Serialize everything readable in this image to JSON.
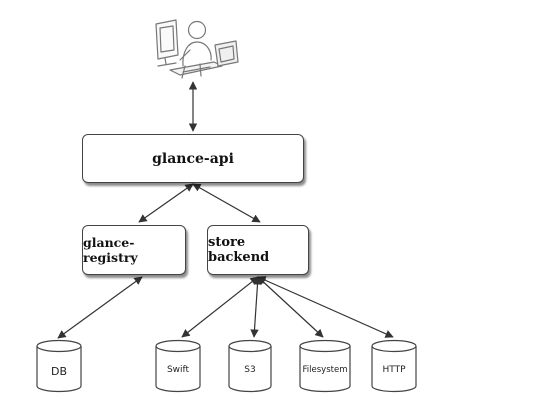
{
  "nodes": {
    "api": "glance-api",
    "registry": "glance-registry",
    "store": "store backend"
  },
  "storage": {
    "db": "DB",
    "swift": "Swift",
    "s3": "S3",
    "filesystem": "Filesystem",
    "http": "HTTP"
  },
  "user_icon": "user-at-computer-icon"
}
